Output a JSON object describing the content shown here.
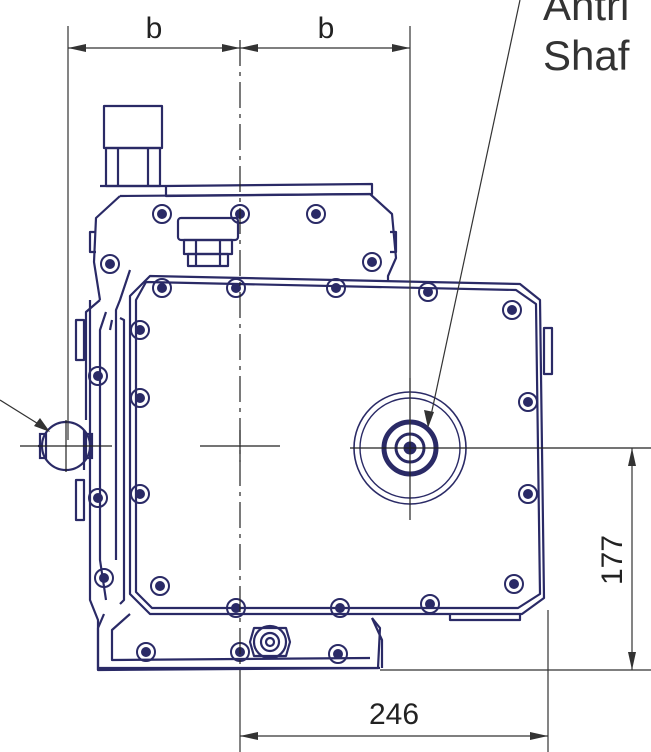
{
  "colors": {
    "ink": "#2a2a66",
    "dim_line": "#333333",
    "background": "#ffffff"
  },
  "dimensions": {
    "b_left": "b",
    "b_right": "b",
    "height_177": "177",
    "width_246": "246"
  },
  "callout": {
    "line1": "Antri",
    "line2": "Shaf"
  }
}
